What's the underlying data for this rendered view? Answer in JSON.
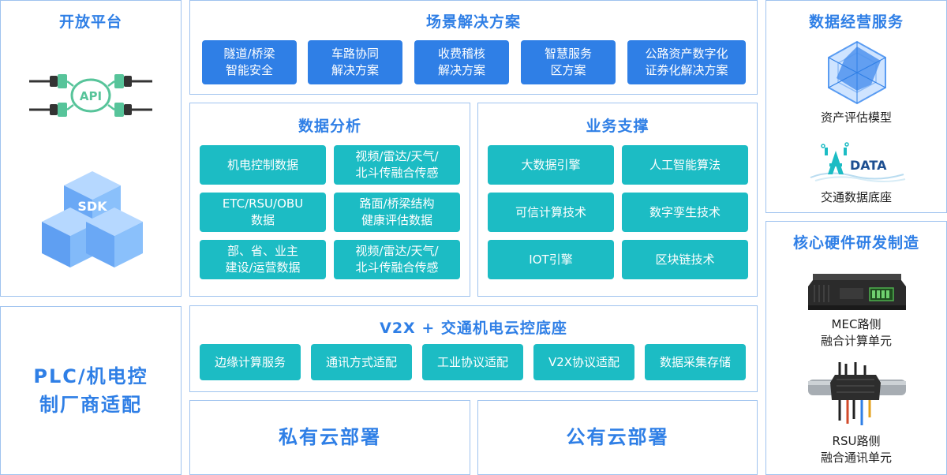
{
  "left": {
    "open_platform_title": "开放平台",
    "api_label": "API",
    "sdk_label": "SDK",
    "plc_title": "PLC/机电控\n制厂商适配"
  },
  "scenario": {
    "title": "场景解决方案",
    "items": [
      "隧道/桥梁\n智能安全",
      "车路协同\n解决方案",
      "收费稽核\n解决方案",
      "智慧服务\n区方案",
      "公路资产数字化\n证券化解决方案"
    ]
  },
  "analysis": {
    "title": "数据分析",
    "items": [
      "机电控制数据",
      "视频/雷达/天气/\n北斗传融合传感",
      "ETC/RSU/OBU\n数据",
      "路面/桥梁结构\n健康评估数据",
      "部、省、业主\n建设/运营数据",
      "视频/雷达/天气/\n北斗传融合传感"
    ]
  },
  "support": {
    "title": "业务支撑",
    "items": [
      "大数据引擎",
      "人工智能算法",
      "可信计算技术",
      "数字孪生技术",
      "IOT引擎",
      "区块链技术"
    ]
  },
  "v2x": {
    "title": "V2X + 交通机电云控底座",
    "items": [
      "边缘计算服务",
      "通讯方式适配",
      "工业协议适配",
      "V2X协议适配",
      "数据采集存储"
    ]
  },
  "private_cloud": "私有云部署",
  "public_cloud": "公有云部署",
  "data_ops": {
    "title": "数据经营服务",
    "asset_model_label": "资产评估模型",
    "data_logo_text": "DATA",
    "traffic_base_label": "交通数据底座"
  },
  "hardware": {
    "title": "核心硬件研发制造",
    "mec_label": "MEC路侧\n融合计算单元",
    "rsu_label": "RSU路侧\n融合通讯单元"
  },
  "colors": {
    "primary_blue": "#2f7fe6",
    "teal": "#1cbcc4",
    "border": "#9fc3ef"
  }
}
